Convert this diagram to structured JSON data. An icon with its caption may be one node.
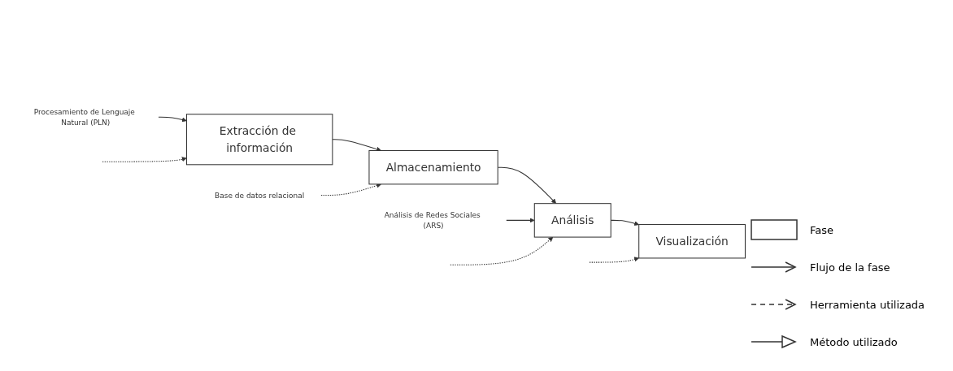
{
  "diagram": {
    "nodes": [
      {
        "text": [
          "Procesamiento de Lenguaje Natural (PLN)"
        ]
      },
      {
        "text": [
          "Extracción de información"
        ]
      },
      {
        "text": [
          "Almacenamiento"
        ]
      },
      {
        "text": [
          "Análisis de Redes Sociales (ARS)"
        ]
      },
      {
        "text": [
          "Análisis"
        ]
      },
      {
        "text": [
          "Visualización"
        ]
      },
      {
        "text": [
          "Base de datos relacional"
        ]
      }
    ],
    "edges": [
      {
        "from": 0,
        "to": 1,
        "arrow": "to"
      },
      {
        "from": null,
        "to": 1,
        "arrow": "to",
        "style": "dashed"
      },
      {
        "from": 1,
        "to": 2,
        "arrow": "to"
      },
      {
        "from": 6,
        "to": 2,
        "arrow": "to",
        "style": "dashed"
      },
      {
        "from": 2,
        "to": 4,
        "arrow": "to"
      },
      {
        "from": 3,
        "to": 4,
        "arrow": "to"
      },
      {
        "from": null,
        "to": 4,
        "arrow": "to",
        "style": "dashed"
      },
      {
        "from": 4,
        "to": 5,
        "arrow": "to"
      },
      {
        "from": null,
        "to": 5,
        "arrow": "to",
        "style": "dashed"
      }
    ],
    "legend": [
      {
        "text": "Fase"
      },
      {
        "text": "Flujo de la fase"
      },
      {
        "text": "Herramienta utilizada"
      },
      {
        "text": "Método utilizado"
      }
    ]
  }
}
